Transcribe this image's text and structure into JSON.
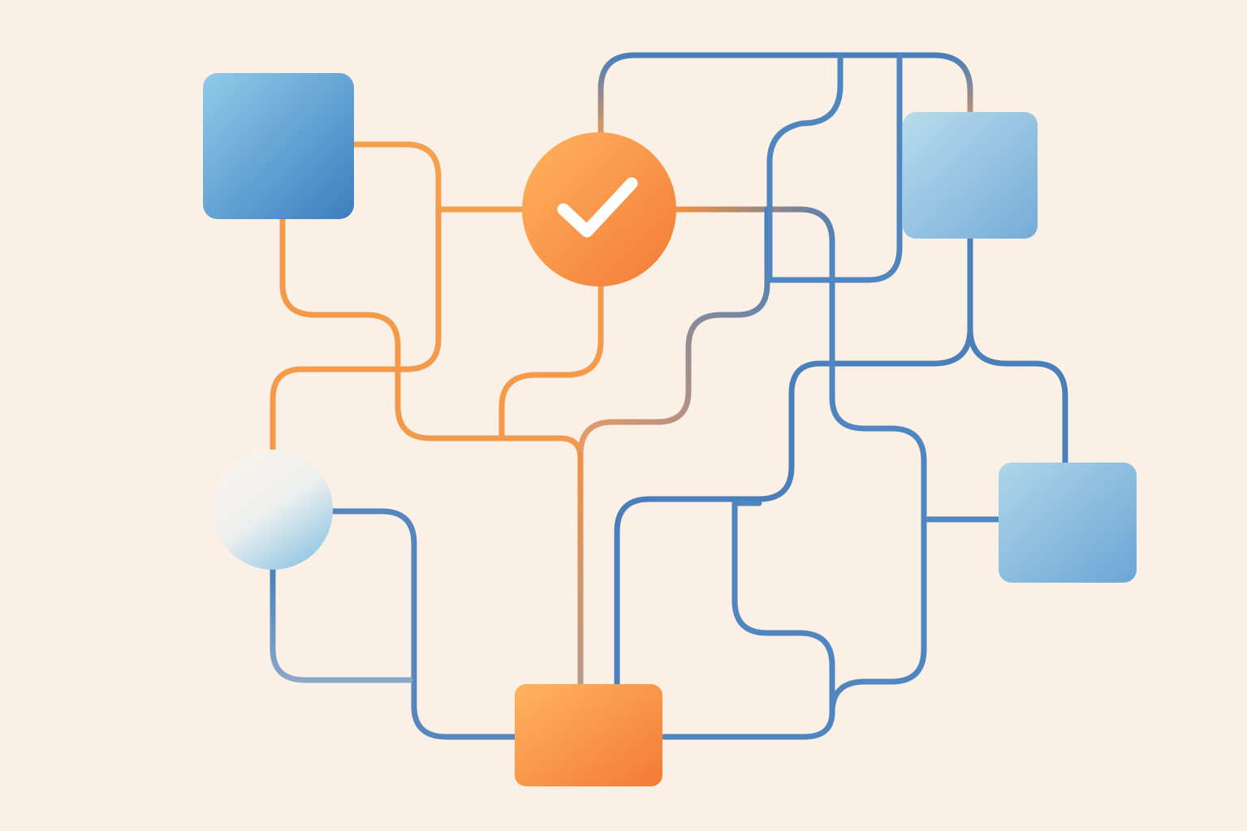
{
  "colors": {
    "background": "#fbf0e6",
    "orange": "#f6913f",
    "orange_light": "#ffb25e",
    "blue": "#4a7fba",
    "blue_light": "#8fc4e4",
    "sky": "#a7d2e6",
    "white_node": "#f2f1ee"
  },
  "nodes": [
    {
      "id": "square-top-left",
      "shape": "rounded-square",
      "fill": "blue"
    },
    {
      "id": "check-circle",
      "shape": "circle",
      "fill": "orange",
      "icon": "check-icon"
    },
    {
      "id": "square-top-right",
      "shape": "rounded-square",
      "fill": "sky"
    },
    {
      "id": "circle-left",
      "shape": "circle",
      "fill": "white-to-blue"
    },
    {
      "id": "square-right",
      "shape": "rounded-square",
      "fill": "sky"
    },
    {
      "id": "rect-bottom",
      "shape": "rounded-rect",
      "fill": "orange"
    }
  ]
}
